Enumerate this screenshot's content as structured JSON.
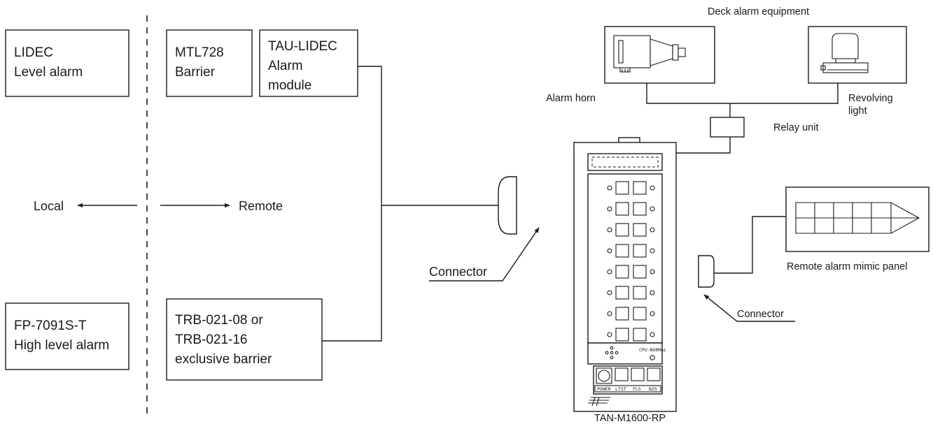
{
  "boxes": {
    "lidec": {
      "line1": "LIDEC",
      "line2": "Level alarm"
    },
    "mtl728": {
      "line1": "MTL728",
      "line2": "Barrier"
    },
    "tau_lidec": {
      "line1": "TAU-LIDEC",
      "line2": "Alarm",
      "line3": "module"
    },
    "fp7091": {
      "line1": "FP-7091S-T",
      "line2": "High level alarm"
    },
    "trb": {
      "line1": "TRB-021-08 or",
      "line2": "TRB-021-16",
      "line3": "exclusive barrier"
    }
  },
  "labels": {
    "local": "Local",
    "remote": "Remote",
    "connector_left": "Connector",
    "connector_right": "Connector",
    "deck_alarm_equipment": "Deck alarm equipment",
    "alarm_horn": "Alarm horn",
    "revolving_light_1": "Revolving",
    "revolving_light_2": "light",
    "relay_unit": "Relay unit",
    "remote_alarm_mimic_panel": "Remote alarm mimic panel",
    "device_model": "TAN-M1600-RP"
  },
  "panel": {
    "status_label": "CPU-NORMAL",
    "buttons": [
      "POWER",
      "LTST",
      "FLS",
      "BZS"
    ]
  },
  "icons": {
    "arrow_left": "arrow-left-icon",
    "arrow_right": "arrow-right-icon",
    "alarm_horn": "alarm-horn-icon",
    "revolving_light": "revolving-light-icon",
    "logo": "manufacturer-logo-icon"
  }
}
